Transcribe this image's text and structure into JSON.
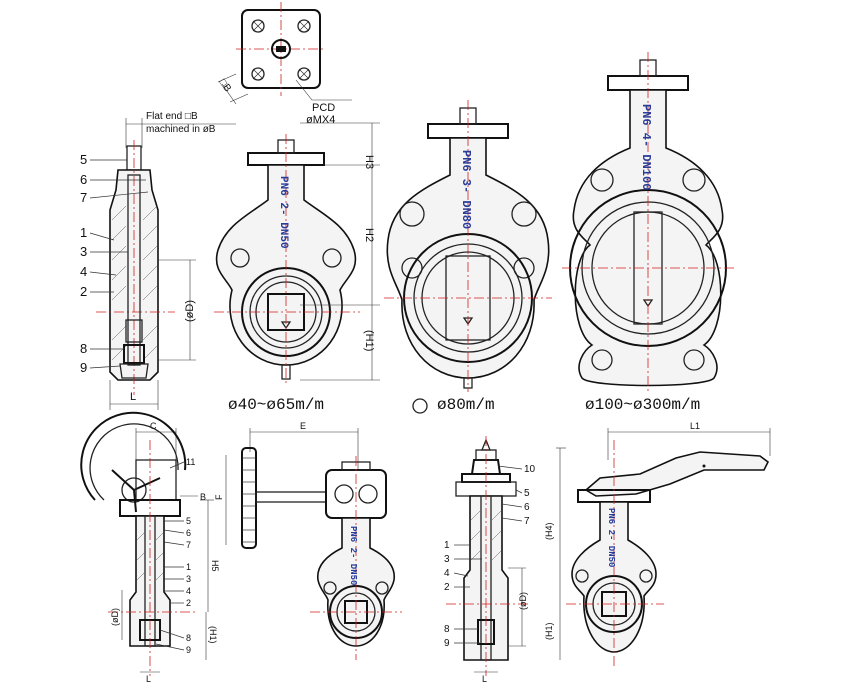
{
  "colors": {
    "centerline": "#d02020",
    "casting_text": "#2a3c98",
    "line": "#111111"
  },
  "top_flange": {
    "b_label": "□B",
    "pcd_label": "PCD",
    "bolt_label": "øMX4"
  },
  "section_top": {
    "note_line1": "Flat end □B",
    "note_line2": "machined in øB",
    "parts": [
      "5",
      "6",
      "7",
      "1",
      "3",
      "4",
      "2",
      "8",
      "9"
    ],
    "d_label": "(øD)",
    "l_label": "L"
  },
  "dims": {
    "h1": "(H1)",
    "h2": "H2",
    "h3": "H3"
  },
  "valves": [
    {
      "marking": "PN6 2- DN50",
      "caption": "ø40~ø65m/m"
    },
    {
      "marking": "PN6 3- DN80",
      "caption": "ø80m/m"
    },
    {
      "marking": "PN6 4- DN100",
      "caption": "ø100~ø300m/m"
    }
  ],
  "gear_side": {
    "c_label": "C",
    "b_label": "B",
    "h5_label": "H5",
    "d_label": "(øD)",
    "h1_label": "(H1)",
    "l_label": "L",
    "parts": [
      "11",
      "5",
      "6",
      "7",
      "1",
      "3",
      "4",
      "2",
      "8",
      "9"
    ]
  },
  "gear_front": {
    "e_label": "E",
    "f_label": "F",
    "marking": "PN6 2- DN50"
  },
  "lever_side": {
    "parts": [
      "10",
      "5",
      "6",
      "7",
      "1",
      "3",
      "4",
      "2",
      "8",
      "9"
    ],
    "d_label": "(øD)",
    "l_label": "L"
  },
  "lever_front": {
    "l1_label": "L1",
    "h4_label": "(H4)",
    "h1_label": "(H1)",
    "marking": "PN6 2- DN50"
  }
}
